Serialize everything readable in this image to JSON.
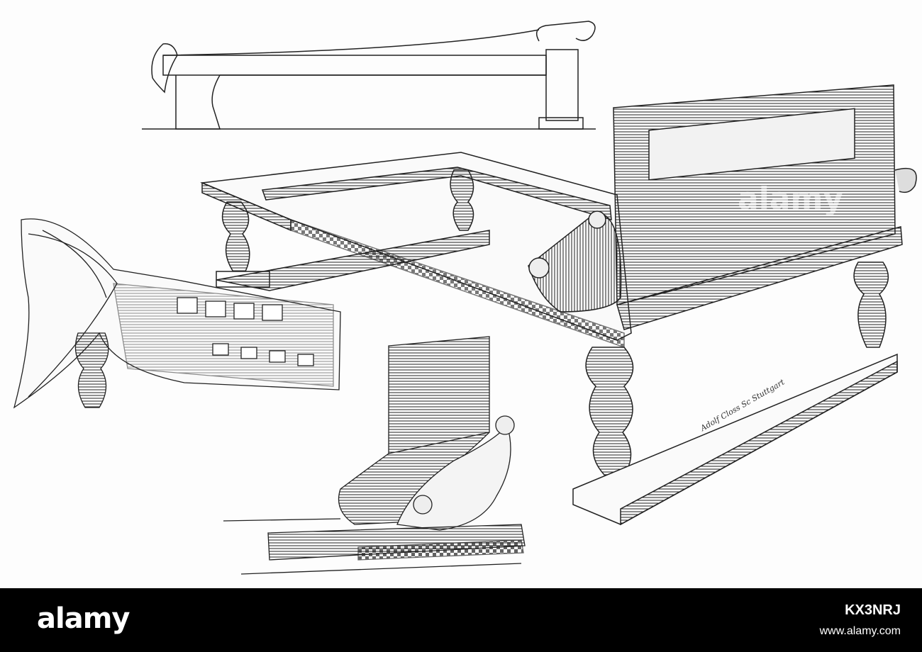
{
  "footer": {
    "brand": "alamy",
    "image_id": "KX3NRJ",
    "site": "www.alamy.com"
  },
  "watermark": "alamy",
  "signature": "Adolf Closs Sc Stuttgart",
  "colors": {
    "ink": "#222222",
    "paper": "#fdfdfd",
    "footer_bg": "#000000",
    "footer_text": "#ffffff"
  }
}
